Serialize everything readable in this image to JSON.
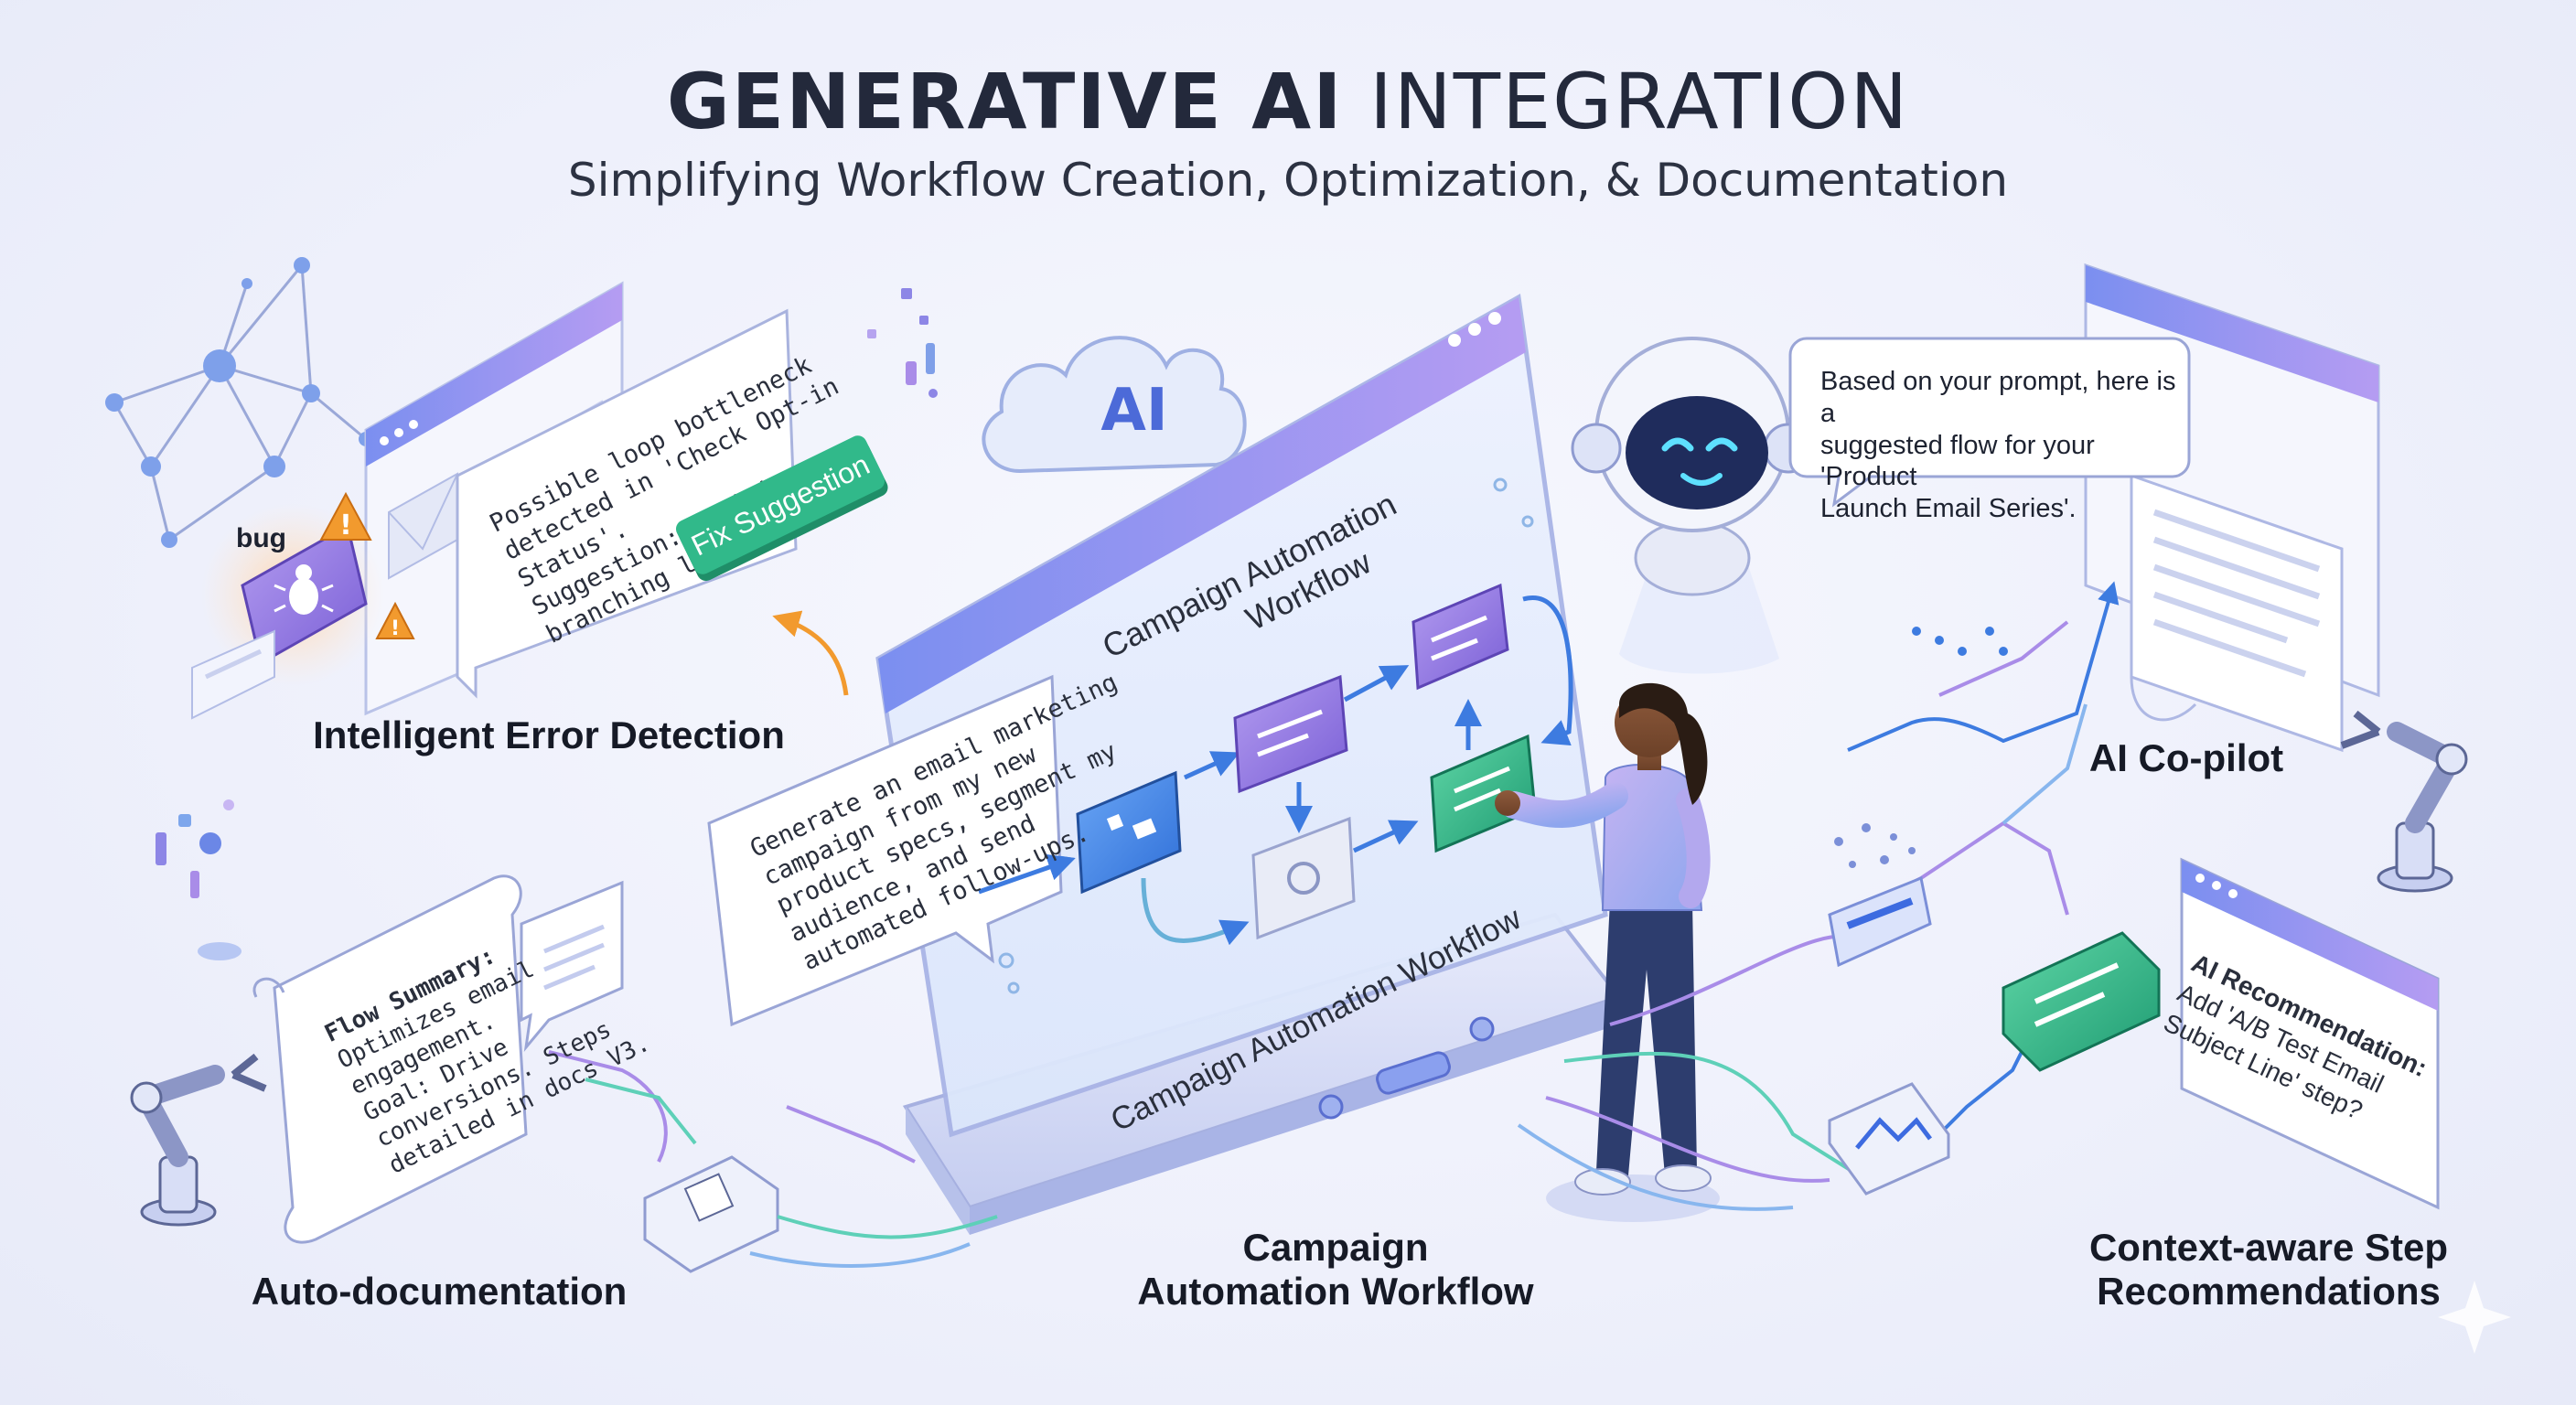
{
  "header": {
    "title_bold": "GENERATIVE AI",
    "title_rest": " INTEGRATION",
    "subtitle": "Simplifying Workflow Creation, Optimization, & Documentation"
  },
  "cloud": {
    "text": "AI"
  },
  "error_detection": {
    "label": "Intelligent Error Detection",
    "bug_tag": "bug",
    "message_lines": [
      "Possible loop bottleneck",
      "detected in 'Check Opt-in",
      "Status'.",
      "Suggestion: Optimize",
      "branching logic."
    ],
    "fix_button": "Fix Suggestion"
  },
  "prompt": {
    "lines": [
      "Generate an email marketing",
      "campaign from my new",
      "product specs, segment my",
      "audience, and send",
      "automated follow-ups."
    ]
  },
  "canvas": {
    "header_lines": [
      "Campaign Automation",
      "Workflow"
    ],
    "footer_text": "Campaign Automation Workflow",
    "label_lines": [
      "Campaign",
      "Automation Workflow"
    ]
  },
  "copilot": {
    "label": "AI Co-pilot",
    "bubble_lines": [
      "Based on your prompt, here is a",
      "suggested flow for your 'Product",
      "Launch Email Series'."
    ]
  },
  "auto_doc": {
    "label": "Auto-documentation",
    "summary_lines": [
      "Flow Summary:",
      "Optimizes email",
      "engagement.",
      "Goal: Drive",
      "conversions. Steps",
      "detailed in docs V3."
    ]
  },
  "recommendations": {
    "label_lines": [
      "Context-aware Step",
      "Recommendations"
    ],
    "card_lines": [
      "AI Recommendation:",
      "Add 'A/B Test Email",
      "Subject Line' step?"
    ]
  },
  "colors": {
    "accent_purple": "#8f6ee0",
    "accent_blue": "#4a86e8",
    "accent_green": "#31b98a",
    "warning_orange": "#f29a2e",
    "text_dark": "#1f2433"
  }
}
